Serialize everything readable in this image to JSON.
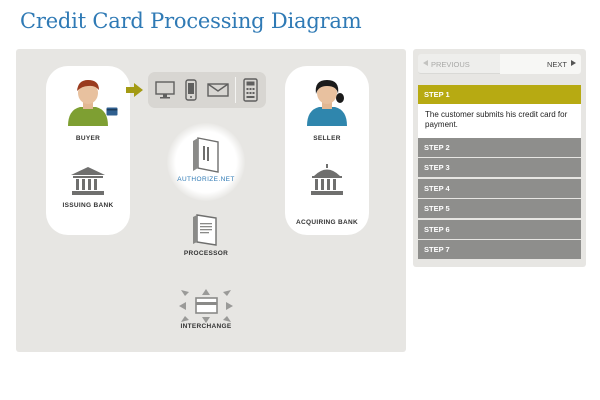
{
  "page": {
    "title": "Credit Card Processing Diagram"
  },
  "diagram": {
    "buyer_label": "BUYER",
    "issuing_bank_label": "ISSUING BANK",
    "seller_label": "SELLER",
    "acquiring_bank_label": "ACQUIRING BANK",
    "authorize_label": "AUTHORIZE.NET",
    "processor_label": "PROCESSOR",
    "interchange_label": "INTERCHANGE",
    "icons": {
      "buyer": "person-buyer-icon",
      "card": "credit-card-icon",
      "arrow": "arrow-right-icon",
      "devices": [
        "computer-icon",
        "phone-icon",
        "mail-icon",
        "pos-terminal-icon"
      ],
      "issuing_bank": "bank-icon",
      "seller": "person-seller-icon",
      "acquiring_bank": "bank-dome-icon",
      "authorize": "server-icon",
      "processor": "document-icon",
      "interchange": "interchange-card-icon"
    },
    "colors": {
      "accent_blue": "#2f7ab5",
      "accent_olive": "#b7aa12",
      "buyer_shirt": "#7e9f32",
      "seller_shirt": "#2f86ad"
    }
  },
  "steps_panel": {
    "prev_label": "PREVIOUS",
    "next_label": "NEXT",
    "active_step": {
      "label": "STEP 1",
      "description": "The customer submits his credit card for payment."
    },
    "steps": [
      {
        "label": "STEP 2"
      },
      {
        "label": "STEP 3"
      },
      {
        "label": "STEP 4"
      },
      {
        "label": "STEP 5"
      },
      {
        "label": "STEP 6"
      },
      {
        "label": "STEP 7"
      }
    ]
  }
}
